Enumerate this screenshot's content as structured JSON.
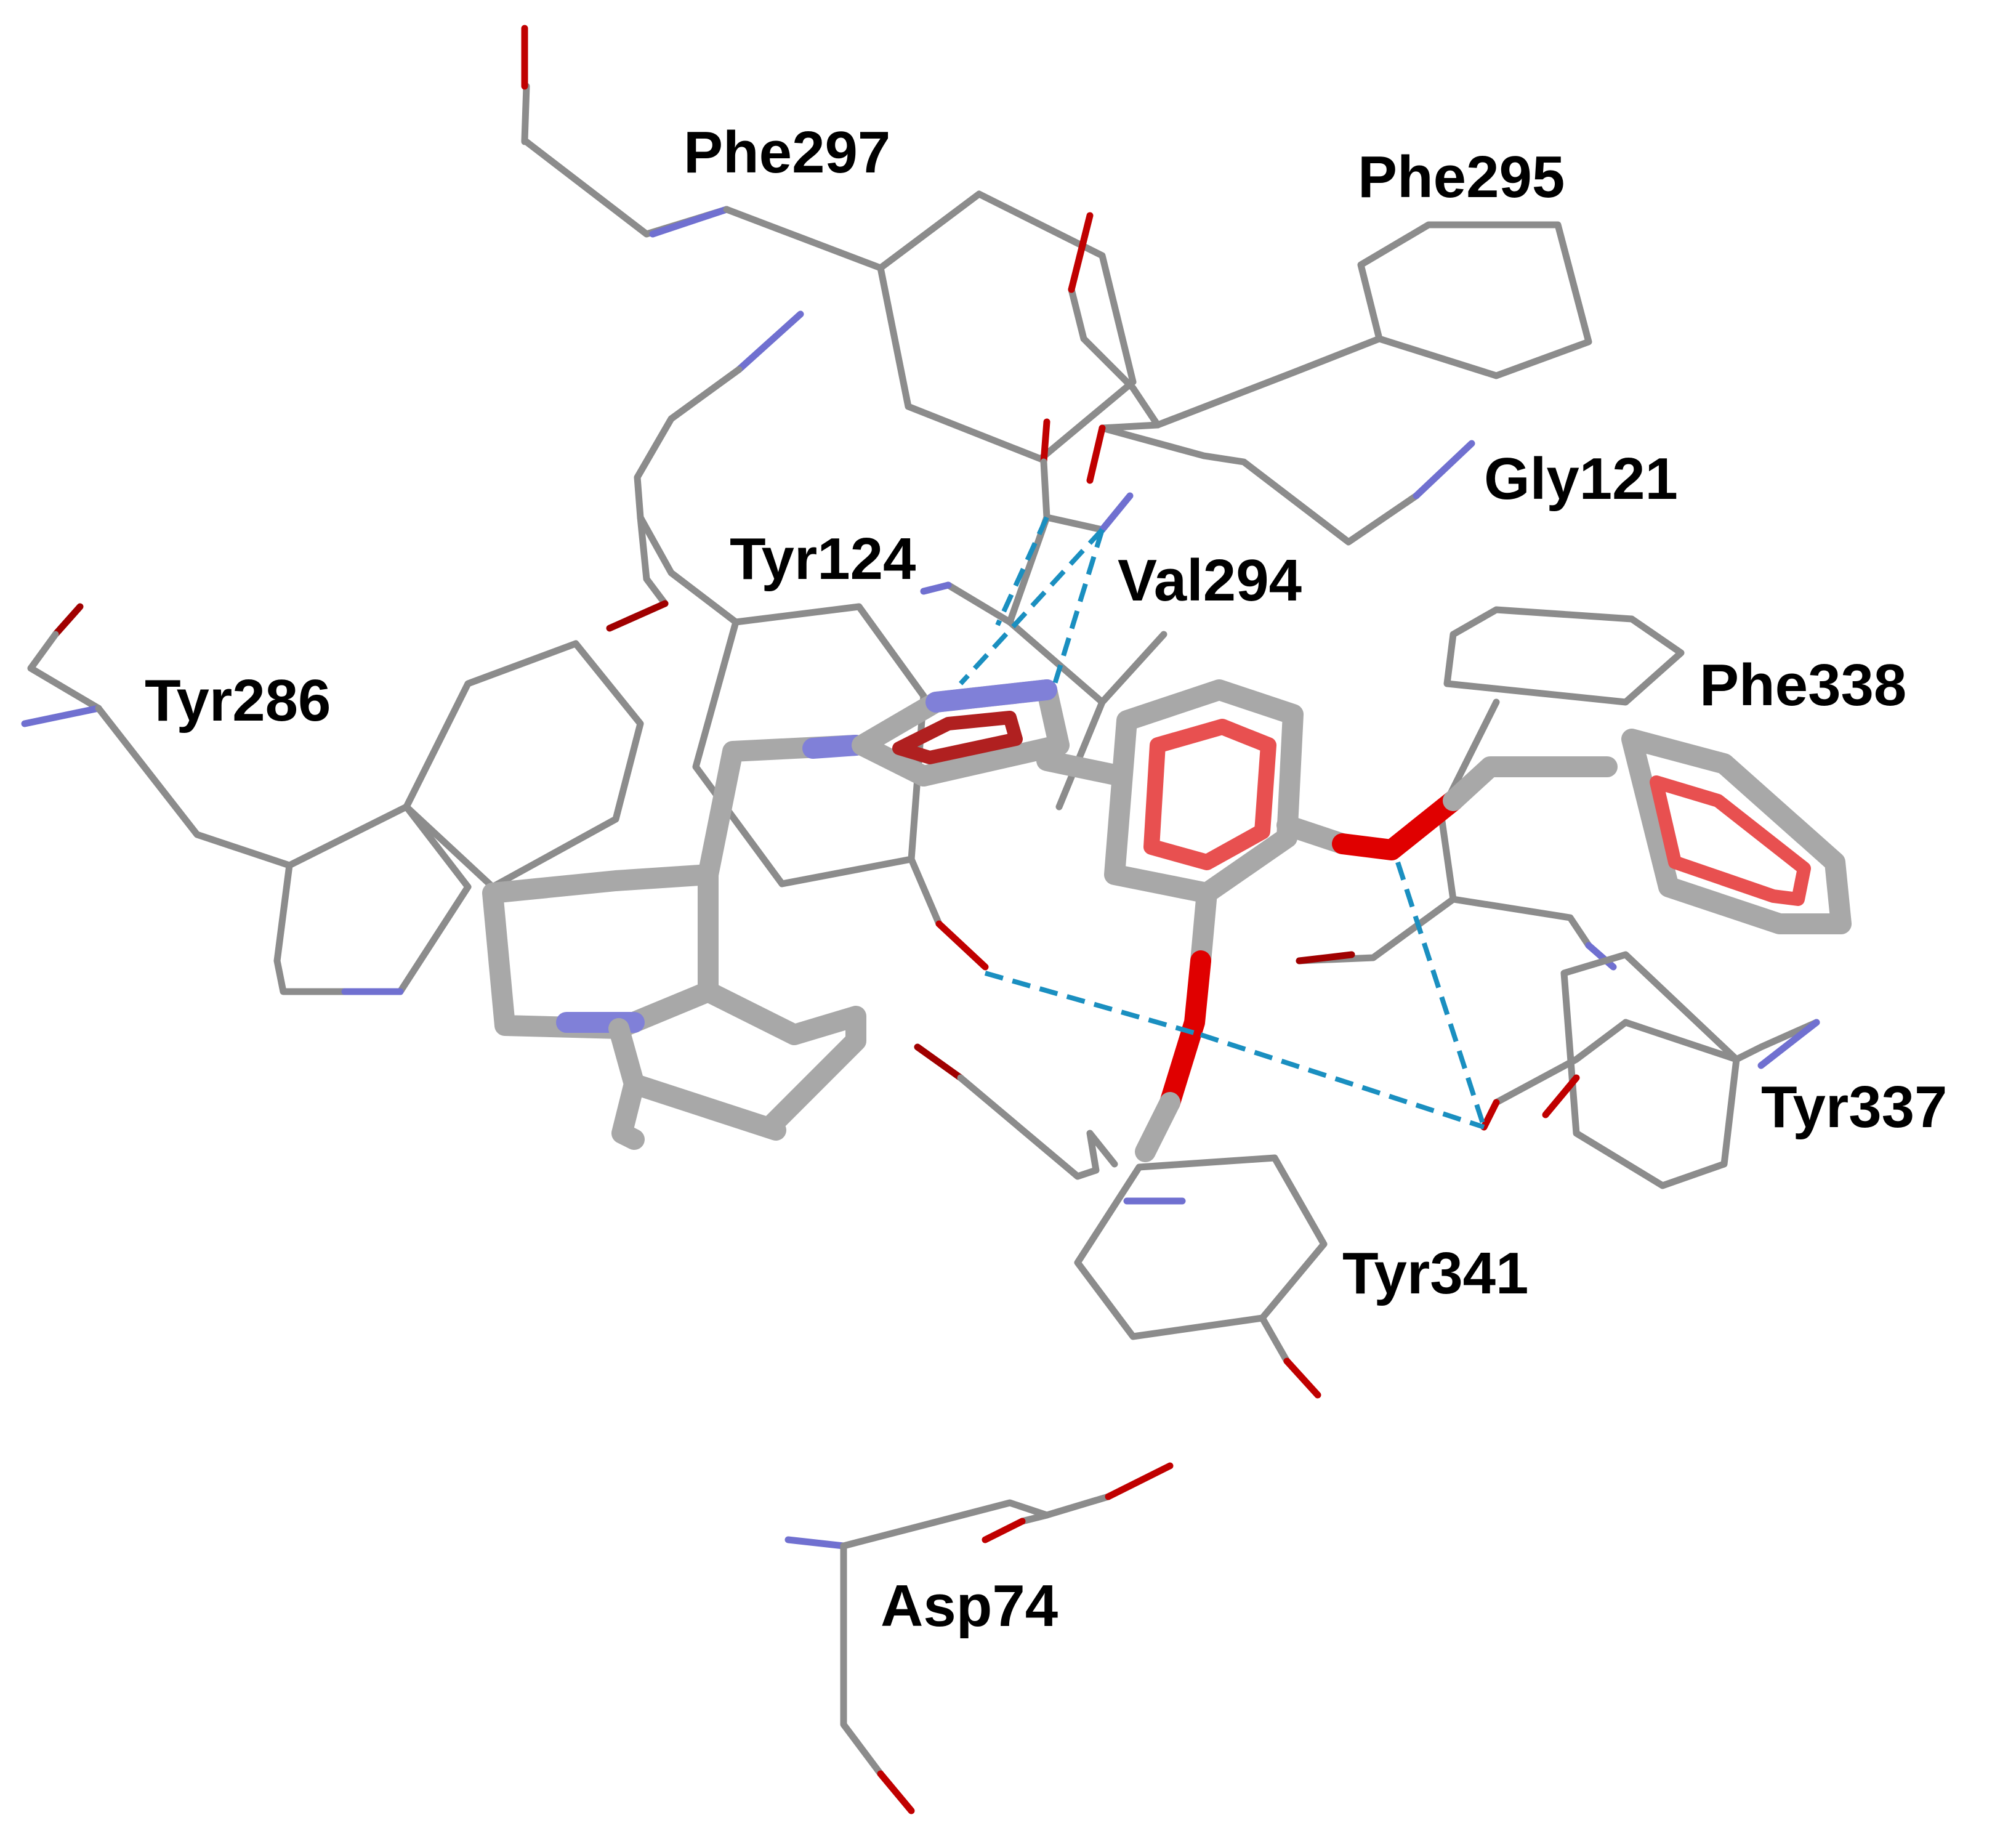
{
  "labels": {
    "phe297": "Phe297",
    "phe295": "Phe295",
    "gly121": "Gly121",
    "tyr124": "Tyr124",
    "val294": "Val294",
    "tyr286": "Tyr286",
    "phe338": "Phe338",
    "tyr337": "Tyr337",
    "tyr341": "Tyr341",
    "asp74": "Asp74"
  },
  "colors": {
    "carbon": "#8c8c8c",
    "carbon_light": "#c8c8c8",
    "oxygen": "#e00000",
    "oxygen_dark": "#a00000",
    "nitrogen": "#7878d8",
    "aromatic_highlight": "#e85050",
    "hbond": "#1a8fc0",
    "background": "#ffffff"
  }
}
